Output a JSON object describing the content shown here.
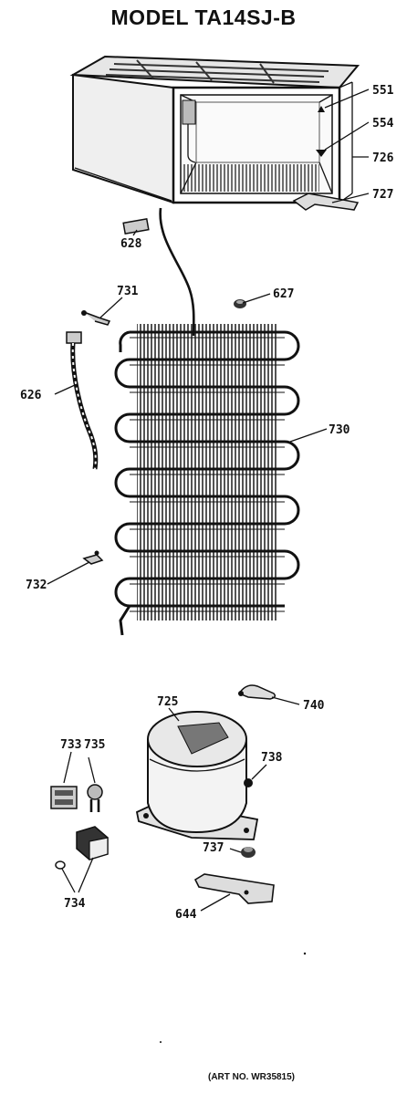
{
  "title": "MODEL TA14SJ-B",
  "art_no": "(ART NO. WR35815)",
  "part_labels": {
    "p551": "551",
    "p554": "554",
    "p726": "726",
    "p727": "727",
    "p628": "628",
    "p731": "731",
    "p627": "627",
    "p626": "626",
    "p730": "730",
    "p732": "732",
    "p725": "725",
    "p740": "740",
    "p733": "733",
    "p735": "735",
    "p738": "738",
    "p737": "737",
    "p734": "734",
    "p644": "644"
  }
}
